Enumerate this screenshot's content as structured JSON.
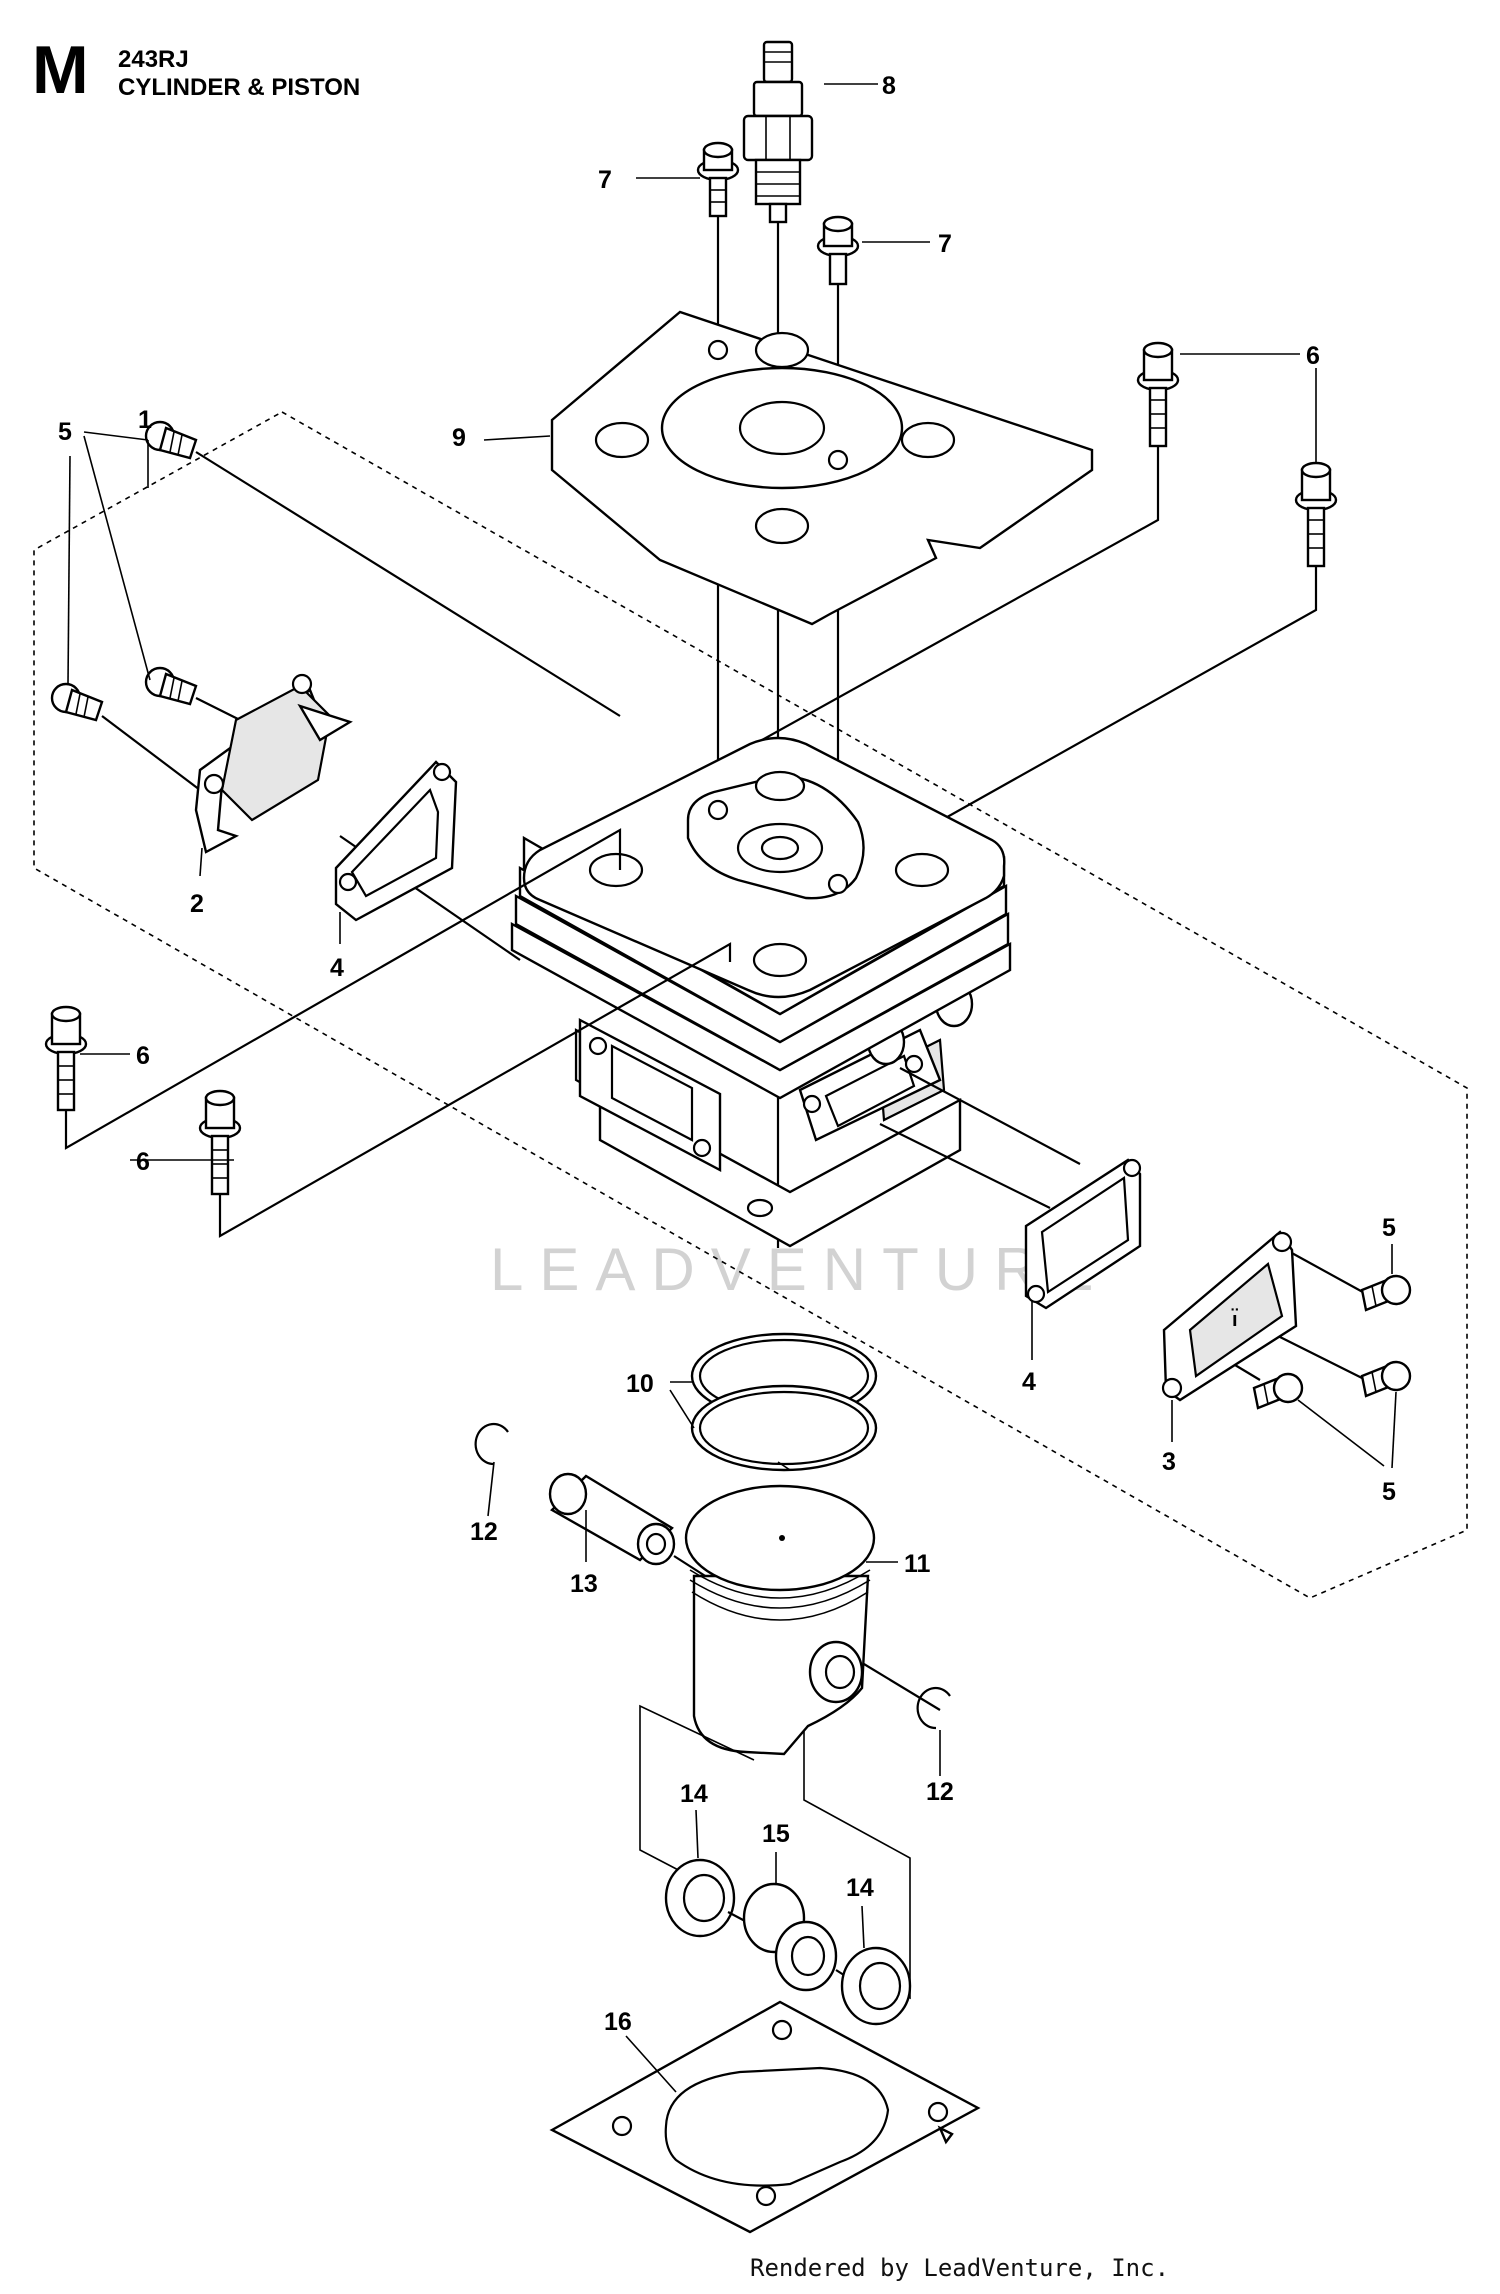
{
  "header": {
    "section_letter": "M",
    "model": "243RJ",
    "title": "CYLINDER & PISTON"
  },
  "watermark": "LEADVENTURE",
  "footer": "Rendered by LeadVenture, Inc.",
  "callouts": {
    "c1": "1",
    "c2": "2",
    "c3": "3",
    "c4a": "4",
    "c4b": "4",
    "c5a": "5",
    "c5b": "5",
    "c5c": "5",
    "c6a": "6",
    "c6b": "6",
    "c6c": "6",
    "c7a": "7",
    "c7b": "7",
    "c8": "8",
    "c9": "9",
    "c10": "10",
    "c11": "11",
    "c12a": "12",
    "c12b": "12",
    "c13": "13",
    "c14a": "14",
    "c14b": "14",
    "c15": "15",
    "c16": "16"
  }
}
